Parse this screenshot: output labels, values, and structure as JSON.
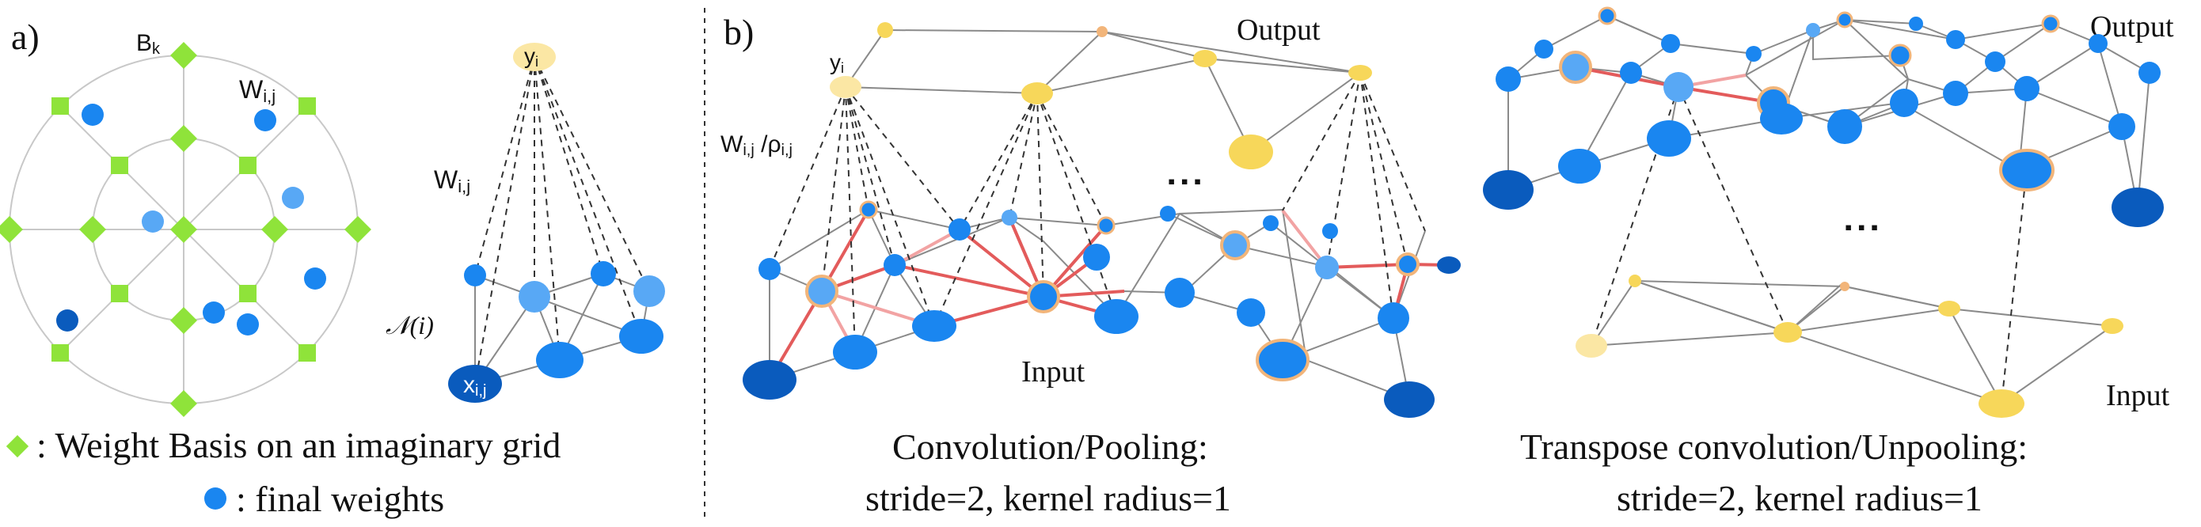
{
  "panel_a": {
    "label": "a)",
    "basis_label": "B",
    "basis_sub": "k",
    "weight_label": "W",
    "weight_sub": "i,j",
    "node_y": "y",
    "node_y_sub": "i",
    "edge_w": "W",
    "edge_w_sub": "i,j",
    "neighborhood": "𝒩(i)",
    "node_x": "x",
    "node_x_sub": "i,j",
    "legend_basis": ": Weight Basis on an imaginary grid",
    "legend_final": ": final weights"
  },
  "panel_b": {
    "label": "b)",
    "output": "Output",
    "input": "Input",
    "node_y": "y",
    "node_y_sub": "i",
    "edge_w": "W",
    "edge_w_sub": "i,j",
    "edge_sep": " /ρ",
    "edge_rho_sub": "i,j",
    "ellipsis": "▪ ▪ ▪",
    "caption_line1": "Convolution/Pooling:",
    "caption_line2": "stride=2, kernel radius=1"
  },
  "panel_c": {
    "output": "Output",
    "input": "Input",
    "ellipsis": "▪ ▪ ▪",
    "caption_line1": "Transpose convolution/Unpooling:",
    "caption_line2": "stride=2, kernel radius=1"
  },
  "colors": {
    "basis_green": "#8fe33a",
    "final_blue": "#1a86f0",
    "light_blue": "#58a8f5",
    "dark_blue": "#0a5bbd",
    "output_yellow": "#f7d75a",
    "light_yellow": "#fbe7a4",
    "selected_ring": "#f2b57a",
    "edge_red": "#e35b5b",
    "edge_pink": "#f2a3a3"
  }
}
